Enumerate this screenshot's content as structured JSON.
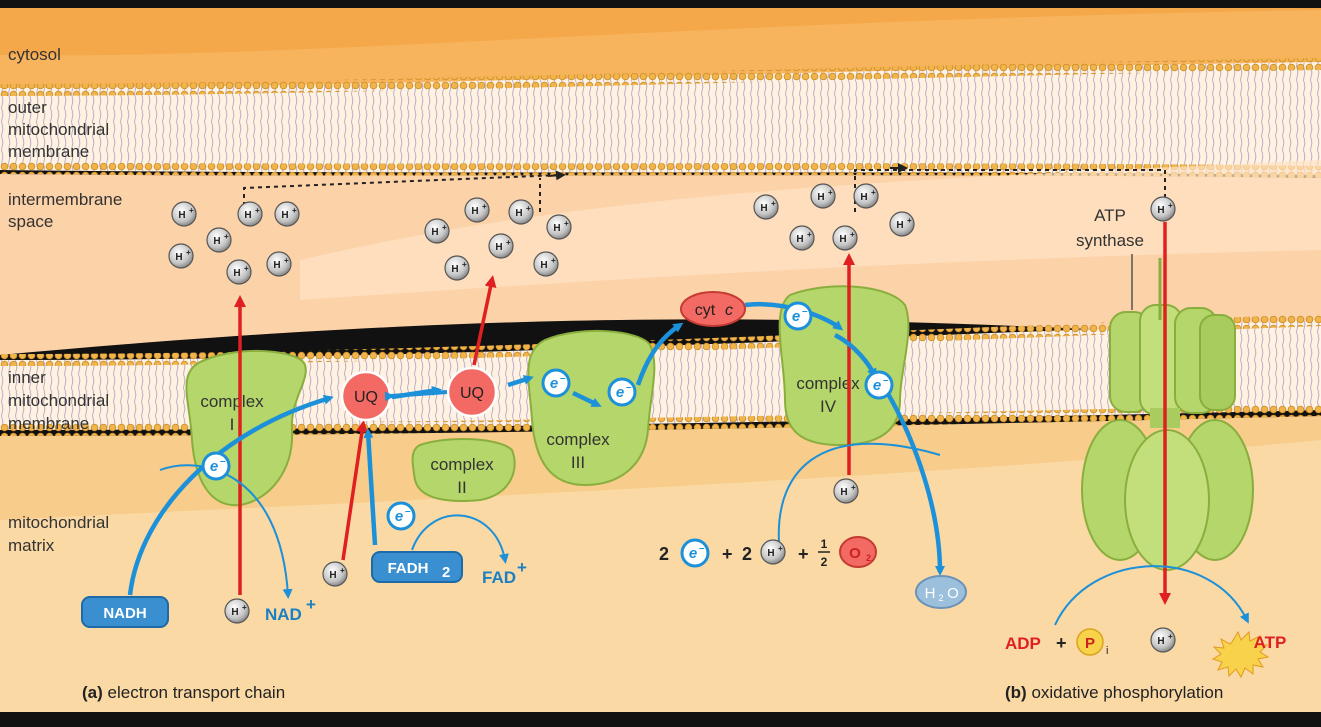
{
  "regions": {
    "cytosol": "cytosol",
    "outer_1": "outer",
    "outer_2": "mitochondrial",
    "outer_3": "membrane",
    "inter_1": "intermembrane",
    "inter_2": "space",
    "inner_1": "inner",
    "inner_2": "mitochondrial",
    "inner_3": "membrane",
    "matrix_1": "mitochondrial",
    "matrix_2": "matrix"
  },
  "complexes": {
    "c1_a": "complex",
    "c1_b": "I",
    "c2_a": "complex",
    "c2_b": "II",
    "c3_a": "complex",
    "c3_b": "III",
    "c4_a": "complex",
    "c4_b": "IV",
    "atp_synthase_a": "ATP",
    "atp_synthase_b": "synthase"
  },
  "carriers": {
    "uq": "UQ",
    "cytc_a": "cyt",
    "cytc_b": "c"
  },
  "ions": {
    "h": "H",
    "plus": "+",
    "e": "e",
    "minus": "–"
  },
  "molecules": {
    "nadh": "NADH",
    "nad": "NAD",
    "fadh2": "FADH",
    "fadh2_sub": "2",
    "fad": "FAD",
    "h2o_h": "H",
    "h2o_sub": "2",
    "h2o_o": "O",
    "o2": "O",
    "o2_sub": "2",
    "adp": "ADP",
    "pi": "P",
    "pi_sub": "i",
    "atp": "ATP"
  },
  "equation": {
    "two": "2",
    "plus_sign": "+",
    "half_num": "1",
    "half_den": "2"
  },
  "captions": {
    "a_label": "(a)",
    "a_text": " electron transport chain",
    "b_label": "(b)",
    "b_text": " oxidative phosphorylation"
  },
  "colors": {
    "cytosol": "#f5a84a",
    "membrane_inner": "#ffffff",
    "intermembrane": "#fcd2a8",
    "matrix": "#f8cc8a",
    "protein": "#b5d66a",
    "protein_stroke": "#8aae3e",
    "electron_blue": "#1c90d8",
    "proton_red": "#e02020",
    "carrier_red": "#f26a63"
  }
}
